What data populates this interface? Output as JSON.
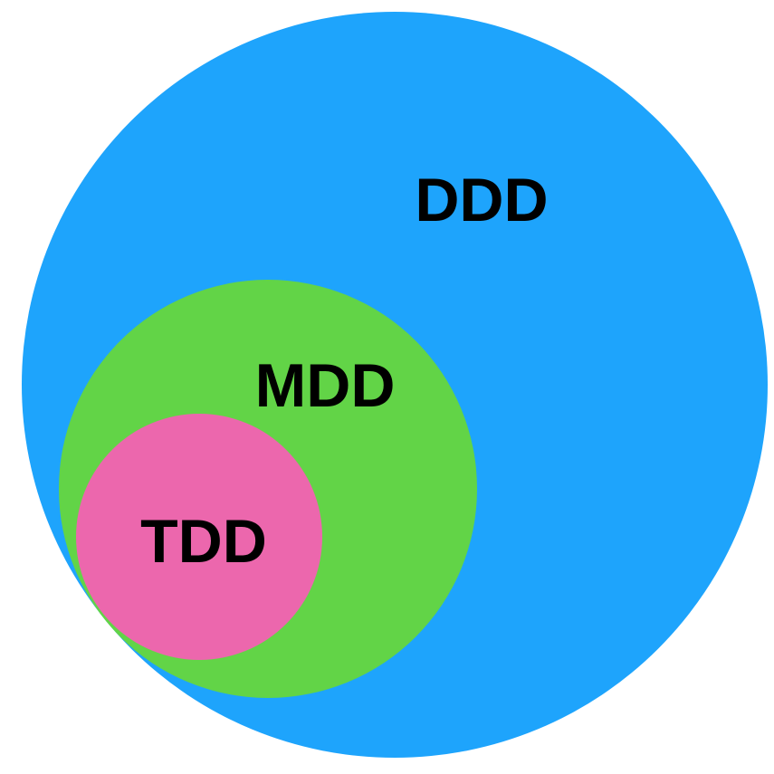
{
  "diagram": {
    "outer": {
      "label": "DDD",
      "color": "#1ea4fc"
    },
    "middle": {
      "label": "MDD",
      "color": "#62d447"
    },
    "inner": {
      "label": "TDD",
      "color": "#ec67ad"
    },
    "background": "#ffffff",
    "label_color": "#000000"
  }
}
